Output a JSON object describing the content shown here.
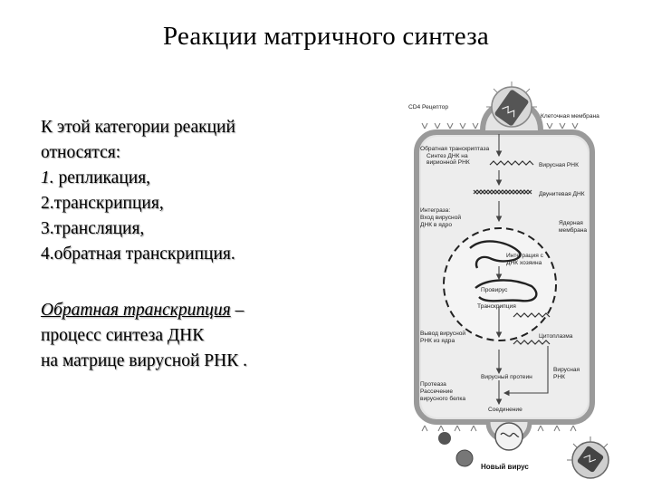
{
  "slide": {
    "title": "Реакции матричного синтеза"
  },
  "list": {
    "intro_line1": "К этой категории реакций",
    "intro_line2": " относятся:",
    "item1_num": "1.",
    "item1_text": " репликация,",
    "item2": "2.транскрипция,",
    "item3": "3.трансляция,",
    "item4": "4.обратная транскрипция."
  },
  "definition": {
    "term": "Обратная транскрипция",
    "dash": " –",
    "line2": " процесс  синтеза  ДНК",
    "line3": "на  матрице  вирусной РНК ."
  },
  "diagram": {
    "cd4": "CD4 Рецептор",
    "membrane": "Клеточная мембрана",
    "rt_line1": "Обратная транскриптаза",
    "rt_line2": "Синтез ДНК на",
    "rt_line3": "вирионной РНК",
    "viral_rna": "Вирусная РНК",
    "dsdna": "Двунитевая ДНК",
    "integrase1": "Интеграза:",
    "integrase2": "Вход вирусной",
    "integrase3": "ДНК в ядро",
    "nuclear1": "Ядерная",
    "nuclear2": "мембрана",
    "integration1": "Интеграция с",
    "integration2": "ДНК хозяина",
    "provirus": "Провирус",
    "transcription": "Транскрипция",
    "export1": "Вывод вирусной",
    "export2": "РНК из ядра",
    "cytoplasm": "Цитоплазма",
    "viral_protein": "Вирусный протеин",
    "viral_rna2_1": "Вирусная",
    "viral_rna2_2": "РНК",
    "protease1": "Протеаза",
    "protease2": "Рассечение",
    "protease3": "вирусного белка",
    "assembly": "Соединение",
    "new_virus": "Новый вирус"
  }
}
